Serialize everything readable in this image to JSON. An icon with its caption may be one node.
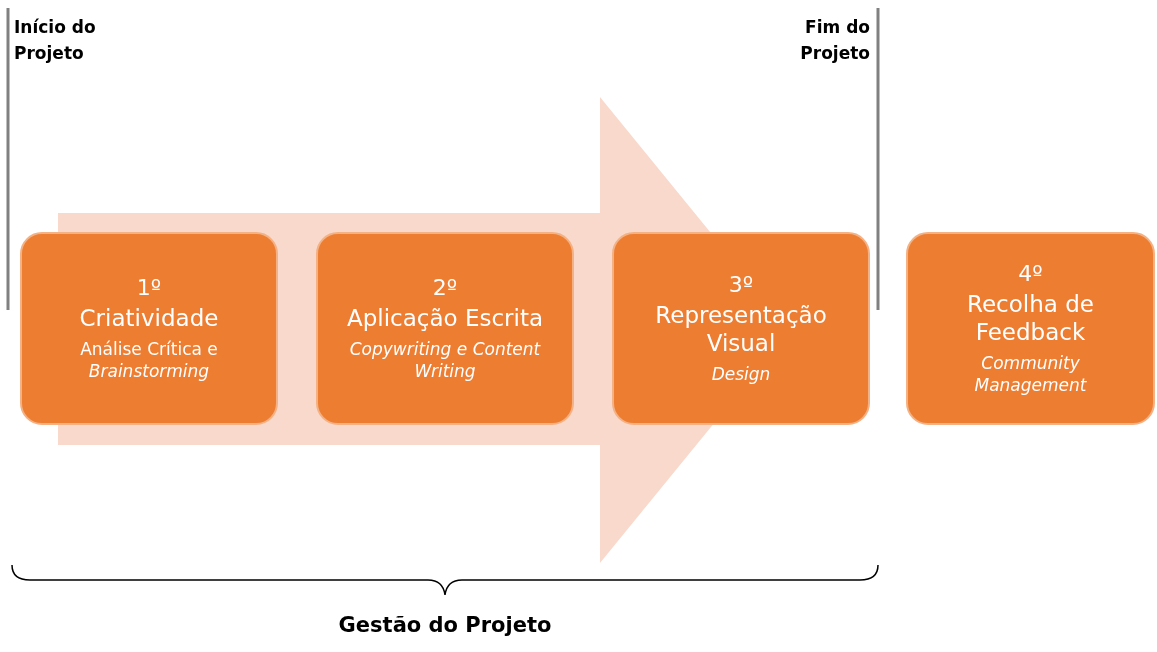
{
  "diagram": {
    "nodes": [
      {
        "text": [
          "1º",
          "Criatividade",
          "Análise Crítica e *Brainstorming*"
        ]
      },
      {
        "text": [
          "2º",
          "Aplicação Escrita",
          "Copywriting e Content Writing"
        ]
      },
      {
        "text": [
          "3º",
          "Representação Visual",
          "Design"
        ]
      },
      {
        "text": [
          "4º",
          "Recolha de Feedback",
          "Community Management"
        ]
      }
    ],
    "edges": [
      {
        "from": 0,
        "to": 2,
        "arrow": "to"
      }
    ],
    "labels": [
      "Início do Projeto",
      "Fim do Projeto",
      "Gestão do Projeto"
    ]
  }
}
